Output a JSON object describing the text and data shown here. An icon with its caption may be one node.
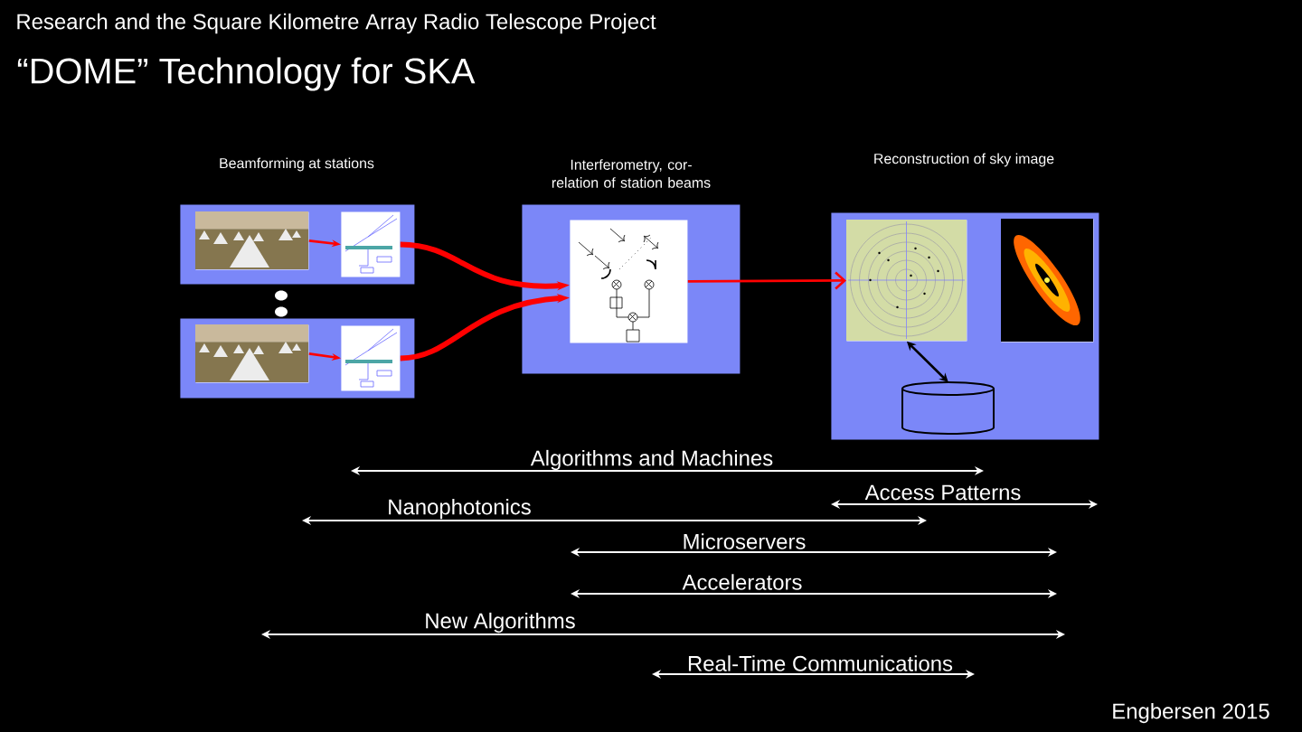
{
  "diagram": {
    "title": "“DOME” Technology for SKA",
    "nodes": [
      {
        "text": [],
        "shape": "box"
      },
      {
        "text": [],
        "shape": "picture",
        "in": 0
      },
      {
        "text": [],
        "shape": "picture",
        "in": 0
      },
      {
        "text": [],
        "shape": "box"
      },
      {
        "text": [],
        "shape": "picture",
        "in": 3
      },
      {
        "text": [],
        "shape": "picture",
        "in": 3
      },
      {
        "text": [],
        "shape": "box"
      },
      {
        "text": [],
        "shape": "picture",
        "in": 6
      },
      {
        "text": [],
        "shape": "box"
      },
      {
        "text": [],
        "shape": "picture",
        "in": 8
      },
      {
        "text": [],
        "shape": "picture",
        "in": 8
      },
      {
        "text": [],
        "shape": "cylinder",
        "in": 8
      }
    ],
    "edges": [
      {
        "from": 1,
        "to": 2,
        "arrow": "to"
      },
      {
        "from": 4,
        "to": 5,
        "arrow": "to"
      },
      {
        "from": 2,
        "to": 7,
        "arrow": "to",
        "style": "thick"
      },
      {
        "from": 5,
        "to": 7,
        "arrow": "to",
        "style": "thick"
      },
      {
        "from": 7,
        "to": 9,
        "arrow": "to"
      },
      {
        "from": 9,
        "to": 11,
        "arrow": "both",
        "color": "#000000"
      }
    ],
    "labels": [
      "Research and the Square Kilometre Array Radio Telescope Project",
      "Beamforming at stations",
      "Interferometry, cor- relation of station beams",
      "Reconstruction of sky image",
      "Algorithms and Machines",
      "Access Patterns",
      "Nanophotonics",
      "Microservers",
      "Accelerators",
      "New Algorithms",
      "Real-Time Communications",
      "Engbersen 2015"
    ]
  }
}
